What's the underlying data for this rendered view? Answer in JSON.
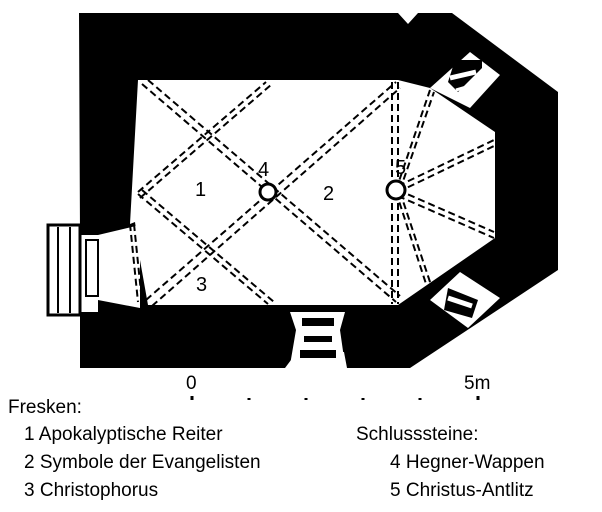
{
  "plan": {
    "room_numbers": [
      "1",
      "2",
      "3"
    ],
    "keystone_numbers": [
      "4",
      "5"
    ]
  },
  "scale": {
    "start": "0",
    "end": "5m"
  },
  "legend": {
    "frescoes_title": "Fresken:",
    "frescoes": [
      "1 Apokalyptische Reiter",
      "2 Symbole der Evangelisten",
      "3 Christophorus"
    ],
    "keystones_title": "Schlusssteine:",
    "keystones": [
      "4 Hegner-Wappen",
      "5 Christus-Antlitz"
    ]
  },
  "colors": {
    "wall": "#000000",
    "interior": "#ffffff",
    "rib_lines": "#000000"
  }
}
